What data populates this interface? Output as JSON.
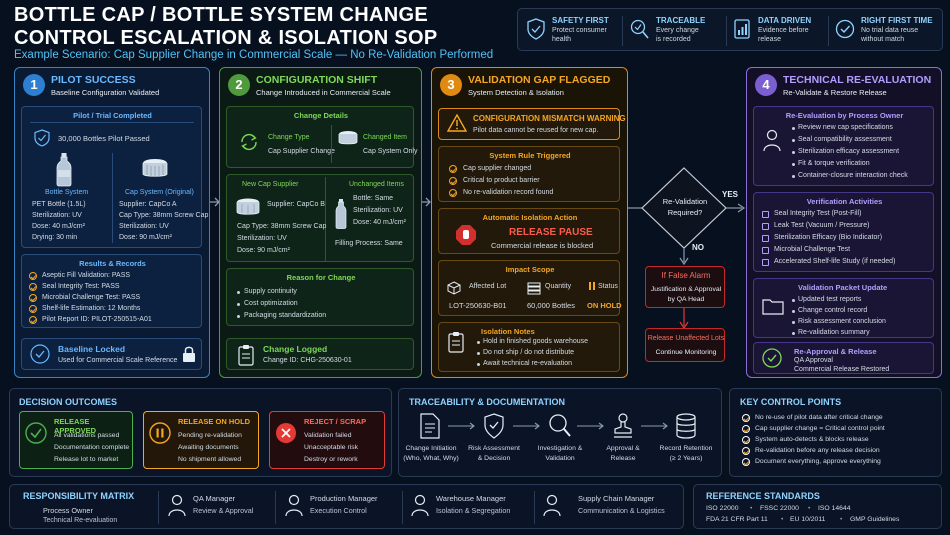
{
  "title": "BOTTLE CAP / BOTTLE SYSTEM CHANGE CONTROL ESCALATION & ISOLATION SOP",
  "subtitle": "Example Scenario: Cap Supplier Change in Commercial Scale — No Re-Validation Performed",
  "features": [
    {
      "title": "SAFETY FIRST",
      "l1": "Protect consumer",
      "l2": "health",
      "icon": "shield-check-icon"
    },
    {
      "title": "TRACEABLE",
      "l1": "Every change",
      "l2": "is recorded",
      "icon": "magnifier-check-icon"
    },
    {
      "title": "DATA DRIVEN",
      "l1": "Evidence before",
      "l2": "release",
      "icon": "document-chart-icon"
    },
    {
      "title": "RIGHT FIRST TIME",
      "l1": "No trial data reuse",
      "l2": "without match",
      "icon": "check-circle-icon"
    }
  ],
  "col1": {
    "num": "1",
    "title": "PILOT SUCCESS",
    "sub": "Baseline Configuration Validated",
    "trial_title": "Pilot / Trial Completed",
    "trial_count": "30,000 Bottles Pilot Passed",
    "bottle_label": "Bottle System",
    "cap_label": "Cap System (Original)",
    "bottle_lines": [
      "PET Bottle (1.5L)",
      "Sterilization: UV",
      "Dose: 40 mJ/cm²",
      "Drying: 30 min"
    ],
    "cap_lines": [
      "Supplier: CapCo A",
      "Cap Type: 38mm Screw Cap",
      "Sterilization: UV",
      "Dose: 90 mJ/cm²"
    ],
    "results_title": "Results & Records",
    "results": [
      "Aseptic Fill Validation: PASS",
      "Seal Integrity Test: PASS",
      "Microbial Challenge Test: PASS",
      "Shelf-life Estimation: 12 Months",
      "Pilot Report ID: PILOT-250515-A01"
    ],
    "locked_title": "Baseline Locked",
    "locked_sub": "Used for Commercial Scale Reference"
  },
  "col2": {
    "num": "2",
    "title": "CONFIGURATION SHIFT",
    "sub": "Change Introduced in Commercial Scale",
    "details_title": "Change Details",
    "change_type_label": "Change Type",
    "change_type_value": "Cap Supplier Change",
    "changed_item_label": "Changed Item",
    "changed_item_value": "Cap System Only",
    "new_supplier_title": "New Cap Supplier",
    "new_supplier_lines": [
      "Supplier: CapCo B",
      "Cap Type: 38mm Screw Cap",
      "Sterilization: UV",
      "Dose: 90 mJ/cm²"
    ],
    "unchanged_title": "Unchanged Items",
    "unchanged_lines": [
      "Bottle: Same",
      "Sterilization: UV",
      "Dose: 40 mJ/cm²",
      "Filling Process: Same"
    ],
    "reason_title": "Reason for Change",
    "reasons": [
      "Supply continuity",
      "Cost optimization",
      "Packaging standardization"
    ],
    "logged_title": "Change Logged",
    "logged_id": "Change ID: CHG-250630-01"
  },
  "col3": {
    "num": "3",
    "title": "VALIDATION GAP FLAGGED",
    "sub": "System Detection & Isolation",
    "warn_title": "CONFIGURATION MISMATCH WARNING",
    "warn_text": "Pilot data cannot be reused for new cap.",
    "rule_title": "System Rule Triggered",
    "rules": [
      "Cap supplier changed",
      "Critical to product barrier",
      "No re-validation record found"
    ],
    "auto_title": "Automatic Isolation Action",
    "pause_title": "RELEASE PAUSE",
    "pause_sub": "Commercial release is blocked",
    "impact_title": "Impact Scope",
    "lot_label": "Affected Lot",
    "lot_value": "LOT-250630-B01",
    "qty_label": "Quantity",
    "qty_value": "60,000 Bottles",
    "status_label": "Status",
    "status_value": "ON HOLD",
    "notes_title": "Isolation Notes",
    "notes": [
      "Hold in finished goods warehouse",
      "Do not ship / do not distribute",
      "Await technical re-evaluation"
    ]
  },
  "decision": {
    "question_l1": "Re-Validation",
    "question_l2": "Required?",
    "yes": "YES",
    "no": "NO",
    "alarm_title": "If False Alarm",
    "alarm_l1": "Justification & Approval",
    "alarm_l2": "by QA Head",
    "release_title": "Release Unaffected Lots",
    "release_sub": "Continue Monitoring"
  },
  "col4": {
    "num": "4",
    "title": "TECHNICAL RE-EVALUATION",
    "sub": "Re-Validate & Restore Release",
    "qa_title": "Re-Evaluation by Process Owner",
    "qa_items": [
      "Review new cap specifications",
      "Seal compatibility assessment",
      "Sterilization efficacy assessment",
      "Fit & torque verification",
      "Container-closure interaction check"
    ],
    "verif_title": "Verification Activities",
    "verif_items": [
      "Seal Integrity Test (Post-Fill)",
      "Leak Test (Vacuum / Pressure)",
      "Sterilization Efficacy (Bio Indicator)",
      "Microbial Challenge Test",
      "Accelerated Shelf-life Study (if needed)"
    ],
    "packet_title": "Validation Packet Update",
    "packet_items": [
      "Updated test reports",
      "Change control record",
      "Risk assessment conclusion",
      "Re-validation summary"
    ],
    "approval_title": "Re-Approval & Release",
    "approval_l1": "QA Approval",
    "approval_l2": "Commercial Release Restored"
  },
  "outcomes": {
    "title": "DECISION OUTCOMES",
    "cards": [
      {
        "title": "RELEASE APPROVED",
        "items": [
          "All validations passed",
          "Documentation complete",
          "Release lot to market"
        ],
        "color": "#4caf50"
      },
      {
        "title": "RELEASE ON HOLD",
        "items": [
          "Pending re-validation",
          "Awaiting documents",
          "No shipment allowed"
        ],
        "color": "#f5a623"
      },
      {
        "title": "REJECT / SCRAP",
        "items": [
          "Validation failed",
          "Unacceptable risk",
          "Destroy or rework"
        ],
        "color": "#e53935"
      }
    ]
  },
  "trace": {
    "title": "TRACEABILITY & DOCUMENTATION",
    "steps": [
      {
        "l1": "Change Initiation",
        "l2": "(Who, What, Why)",
        "icon": "document-icon"
      },
      {
        "l1": "Risk Assessment",
        "l2": "& Decision",
        "icon": "shield-icon"
      },
      {
        "l1": "Investigation &",
        "l2": "Validation",
        "icon": "magnifier-icon"
      },
      {
        "l1": "Approval &",
        "l2": "Release",
        "icon": "stamp-icon"
      },
      {
        "l1": "Record Retention",
        "l2": "(≥ 2 Years)",
        "icon": "database-icon"
      }
    ]
  },
  "kcp": {
    "title": "KEY CONTROL POINTS",
    "items": [
      "No re-use of pilot data after critical change",
      "Cap supplier change = Critical control point",
      "System auto-detects & blocks release",
      "Re-validation before any release decision",
      "Document everything, approve everything"
    ]
  },
  "matrix": {
    "title": "RESPONSIBILITY MATRIX",
    "owner_l1": "Process Owner",
    "owner_l2": "Technical Re-evaluation",
    "roles": [
      {
        "l1": "QA Manager",
        "l2": "Review & Approval"
      },
      {
        "l1": "Production Manager",
        "l2": "Execution Control"
      },
      {
        "l1": "Warehouse Manager",
        "l2": "Isolation & Segregation"
      },
      {
        "l1": "Supply Chain Manager",
        "l2": "Communication & Logistics"
      }
    ]
  },
  "standards": {
    "title": "REFERENCE STANDARDS",
    "row1": [
      "ISO 22000",
      "FSSC 22000",
      "ISO 14644"
    ],
    "row2": [
      "FDA 21 CFR Part 11",
      "EU 10/2011",
      "GMP Guidelines"
    ]
  }
}
